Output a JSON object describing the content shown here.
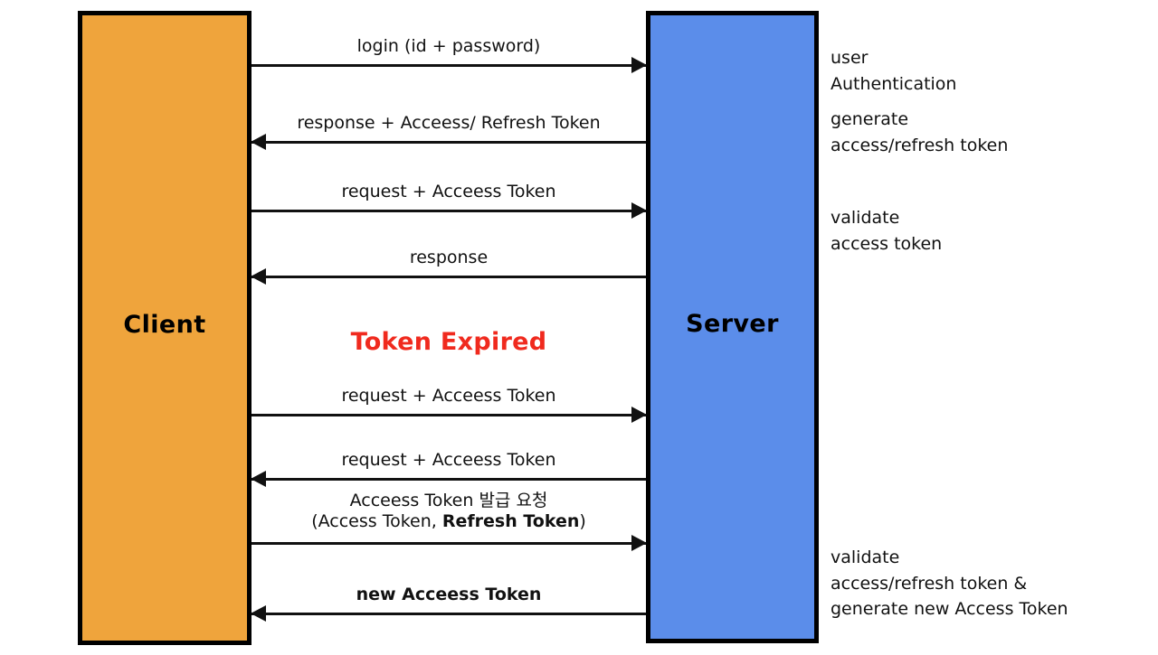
{
  "diagram": {
    "title": "JWT access/refresh token sequence diagram",
    "colors": {
      "client_fill": "#EFA43C",
      "server_fill": "#5B8DEA",
      "stroke": "#000000",
      "expired_text": "#F02A1E",
      "background": "#FFFFFF"
    },
    "actors": {
      "client": {
        "label": "Client"
      },
      "server": {
        "label": "Server"
      }
    },
    "expired_note": {
      "label": "Token Expired"
    },
    "messages": [
      {
        "id": "m1",
        "label": "login (id + password)",
        "direction": "to-right",
        "lines": 1,
        "bold": false
      },
      {
        "id": "m2",
        "label": "response + Acceess/ Refresh Token",
        "direction": "to-left",
        "lines": 1,
        "bold": false
      },
      {
        "id": "m3",
        "label": "request + Acceess Token",
        "direction": "to-right",
        "lines": 1,
        "bold": false
      },
      {
        "id": "m4",
        "label": "response",
        "direction": "to-left",
        "lines": 1,
        "bold": false
      },
      {
        "id": "m5",
        "label": "request + Acceess Token",
        "direction": "to-right",
        "lines": 1,
        "bold": false
      },
      {
        "id": "m6",
        "label": "request + Acceess Token",
        "direction": "to-left",
        "lines": 1,
        "bold": false
      },
      {
        "id": "m7",
        "label_line1": "Acceess Token 발급 요청",
        "label_line2_pre": "(Access Token, ",
        "label_line2_strong": "Refresh Token",
        "label_line2_post": ")",
        "direction": "to-right",
        "lines": 2,
        "bold": false
      },
      {
        "id": "m8",
        "label": "new Acceess Token",
        "direction": "to-left",
        "lines": 1,
        "bold": true
      }
    ],
    "server_notes": [
      {
        "id": "n1",
        "text": "user\nAuthentication"
      },
      {
        "id": "n2",
        "text": "generate\naccess/refresh token"
      },
      {
        "id": "n3",
        "text": "validate\naccess token"
      },
      {
        "id": "n4",
        "text": "validate\naccess/refresh token &\ngenerate new Access Token"
      }
    ]
  }
}
